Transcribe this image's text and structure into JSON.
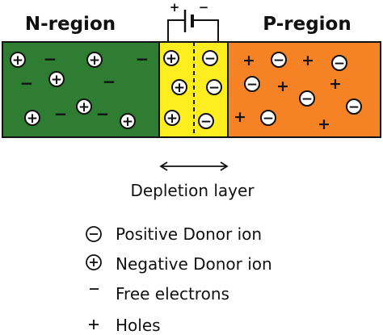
{
  "regions": {
    "n_label": "N-region",
    "p_label": "P-region"
  },
  "battery": {
    "plus_sign": "+",
    "minus_sign": "−"
  },
  "depletion": {
    "label": "Depletion layer"
  },
  "legend": [
    {
      "symbol": "circled-minus",
      "label": "Positive Donor ion"
    },
    {
      "symbol": "circled-plus",
      "label": "Negative Donor ion"
    },
    {
      "symbol": "minus",
      "label": "Free electrons"
    },
    {
      "symbol": "plus",
      "label": "Holes"
    }
  ],
  "colors": {
    "n_region": "#2e7d32",
    "depletion": "#ffee1f",
    "p_region": "#f58225",
    "outline": "#111111"
  },
  "n_charges": {
    "free_electron": "−",
    "donor_ion": "+"
  },
  "p_charges": {
    "hole": "+",
    "acceptor_ion": "−"
  }
}
